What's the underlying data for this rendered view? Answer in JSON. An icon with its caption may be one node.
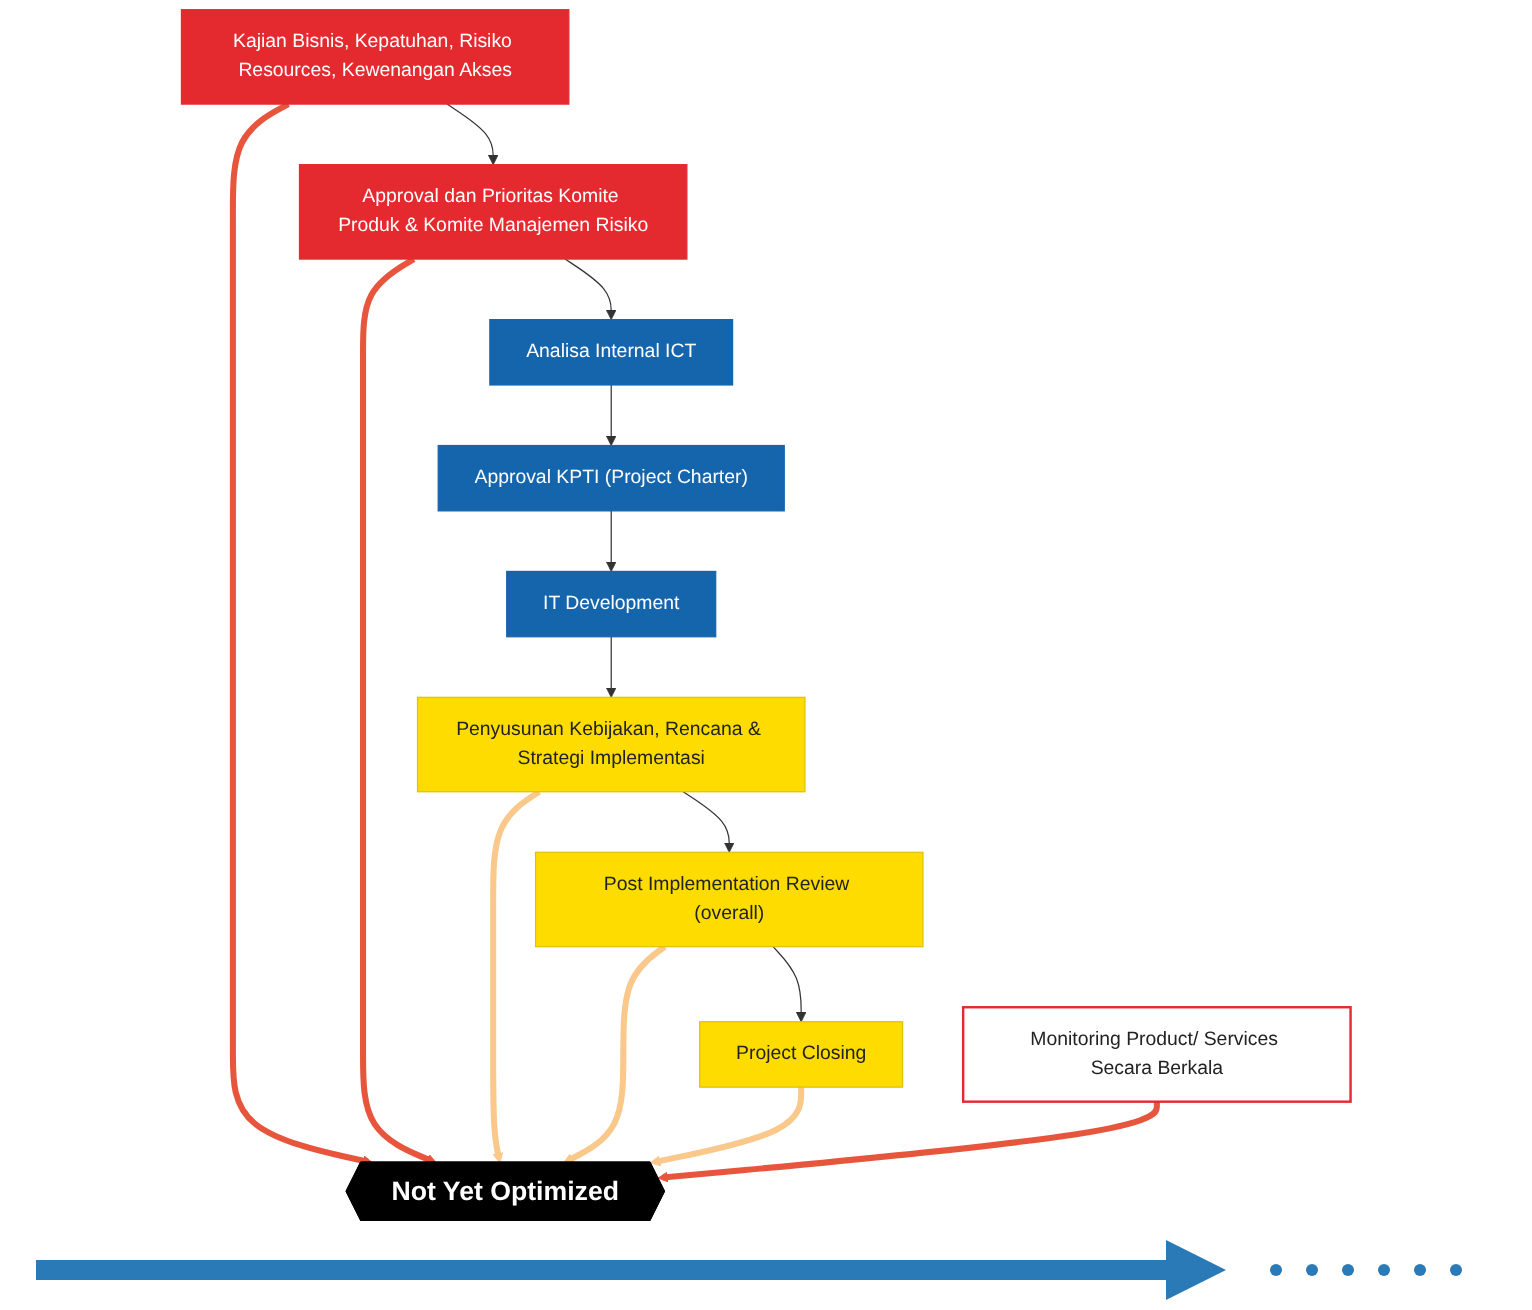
{
  "diagram": {
    "nodes": [
      {
        "text": [
          "Kajian Bisnis, Kepatuhan, Risiko Resources, Kewenangan Akses"
        ]
      },
      {
        "text": [
          "Approval dan Prioritas Komite Produk & Komite Manajemen Risiko"
        ]
      },
      {
        "text": [
          "Analisa Internal ICT"
        ]
      },
      {
        "text": [
          "Approval KPTI (Project Charter)"
        ]
      },
      {
        "text": [
          "IT Development"
        ]
      },
      {
        "text": [
          "Penyusunan Kebijakan, Rencana & Strategi Implementasi"
        ]
      },
      {
        "text": [
          "Post Implementation Review (overall)"
        ]
      },
      {
        "text": [
          "Project Closing"
        ]
      },
      {
        "text": [
          "Not Yet Optimized"
        ]
      },
      {
        "text": [
          "Monitoring Product/ Services Secara Berkala"
        ]
      }
    ],
    "edges": [
      {
        "from": 0,
        "to": 1,
        "arrow": "to"
      },
      {
        "from": 1,
        "to": 2,
        "arrow": "to"
      },
      {
        "from": 2,
        "to": 3,
        "arrow": "to"
      },
      {
        "from": 3,
        "to": 4,
        "arrow": "to"
      },
      {
        "from": 4,
        "to": 5,
        "arrow": "to"
      },
      {
        "from": 5,
        "to": 6,
        "arrow": "to"
      },
      {
        "from": 6,
        "to": 7,
        "arrow": "to"
      },
      {
        "from": 0,
        "to": 8,
        "arrow": "to",
        "style": "thick",
        "color": "#e8553d"
      },
      {
        "from": 1,
        "to": 8,
        "arrow": "to",
        "style": "thick",
        "color": "#e8553d"
      },
      {
        "from": 5,
        "to": 8,
        "arrow": "to",
        "style": "thick",
        "color": "#f9c88a"
      },
      {
        "from": 6,
        "to": 8,
        "arrow": "to",
        "style": "thick",
        "color": "#f9c88a"
      },
      {
        "from": 7,
        "to": 8,
        "arrow": "to",
        "style": "thick",
        "color": "#f9c88a"
      },
      {
        "from": 9,
        "to": 8,
        "arrow": "to",
        "style": "thick",
        "color": "#e8553d"
      }
    ]
  }
}
